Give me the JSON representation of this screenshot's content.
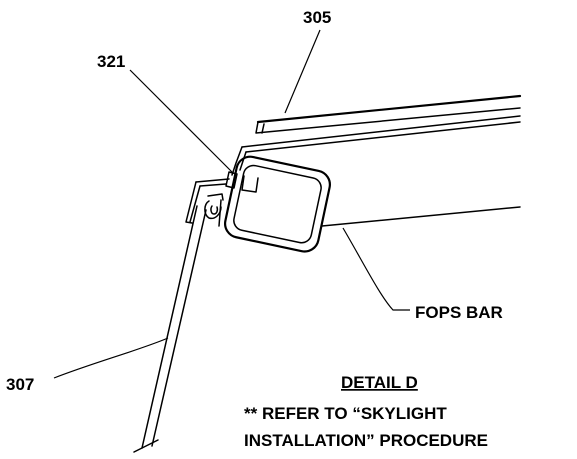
{
  "callouts": {
    "skylight": "305",
    "bracket": "321",
    "frame": "307",
    "fops_bar": "FOPS BAR"
  },
  "detail_title": "DETAIL D",
  "note": {
    "line1": "** REFER TO “SKYLIGHT",
    "line2": "INSTALLATION” PROCEDURE"
  }
}
